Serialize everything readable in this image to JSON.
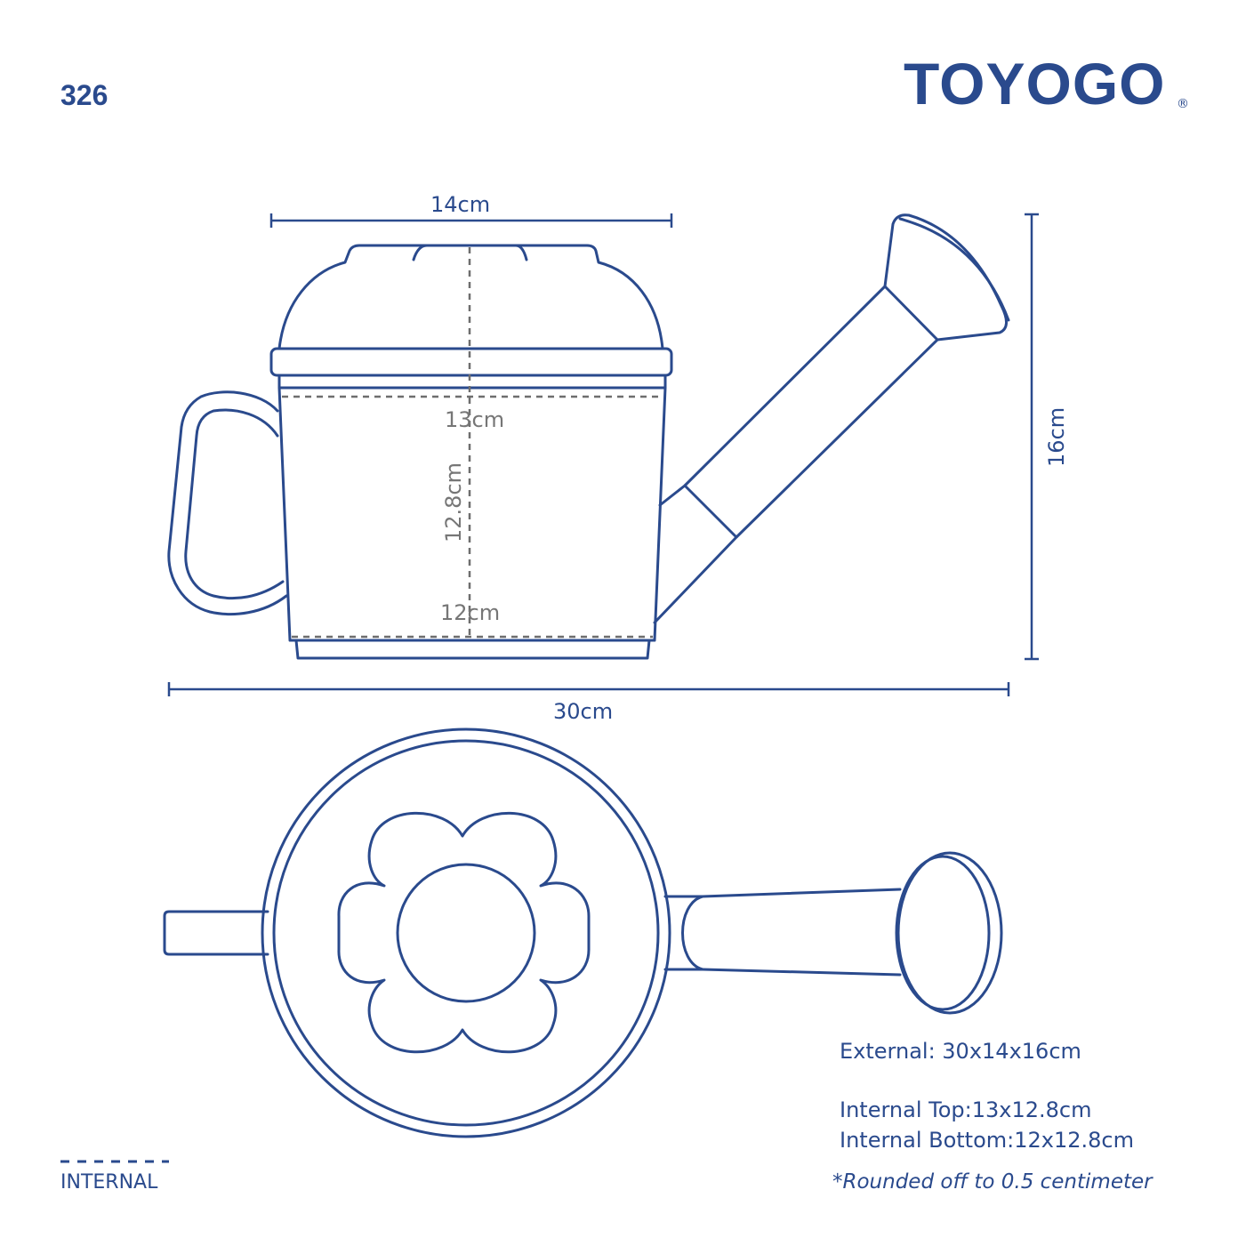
{
  "header": {
    "model_number": "326",
    "brand": "TOYOGO",
    "registered_mark": "®"
  },
  "dimensions": {
    "top_width": "14cm",
    "internal_top_width": "13cm",
    "internal_depth": "12.8cm",
    "internal_bottom_width": "12cm",
    "overall_length": "30cm",
    "overall_height": "16cm"
  },
  "specs": {
    "external": "External: 30x14x16cm",
    "internal_top": "Internal Top:13x12.8cm",
    "internal_bottom": "Internal Bottom:12x12.8cm",
    "note": "*Rounded off to 0.5 centimeter"
  },
  "legend": {
    "internal_label": "INTERNAL"
  },
  "colors": {
    "line": "#2a4a8d",
    "dimension_internal": "#767676",
    "background": "#ffffff"
  }
}
